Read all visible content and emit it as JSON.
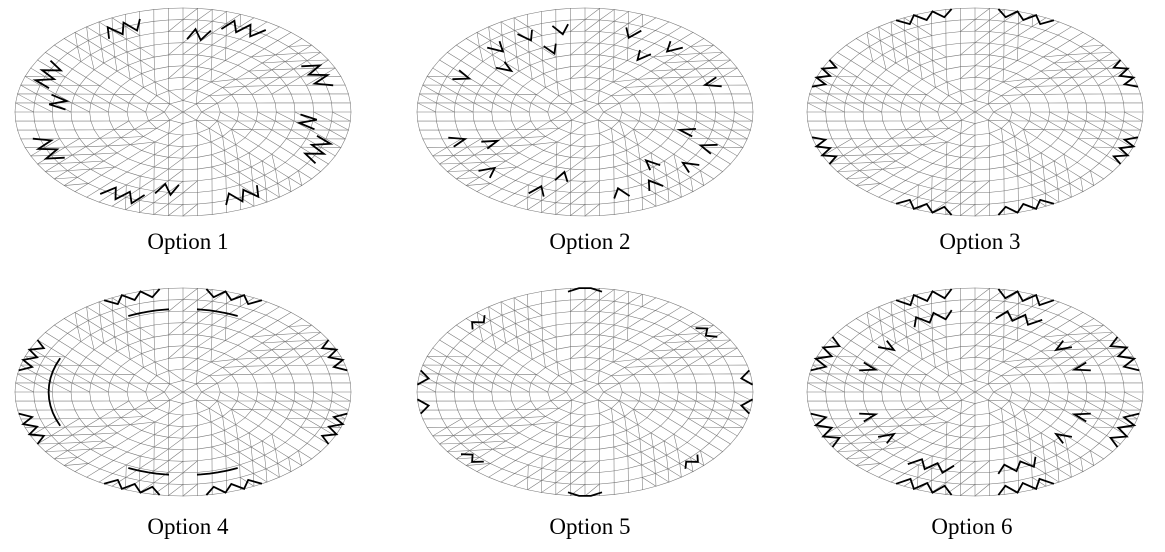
{
  "figure": {
    "panels": [
      {
        "caption": "Option 1",
        "pattern": "mid-ring-zigzags"
      },
      {
        "caption": "Option 2",
        "pattern": "radial-v-marks"
      },
      {
        "caption": "Option 3",
        "pattern": "outer-rim-zigzags"
      },
      {
        "caption": "Option 4",
        "pattern": "rim-zigzags-with-inner-arcs"
      },
      {
        "caption": "Option 5",
        "pattern": "edge-brackets"
      },
      {
        "caption": "Option 6",
        "pattern": "combined-zigzags-and-v-marks"
      }
    ],
    "colors": {
      "mesh_line": "#777777",
      "highlight": "#000000",
      "background": "#ffffff",
      "caption_text": "#000000"
    }
  }
}
